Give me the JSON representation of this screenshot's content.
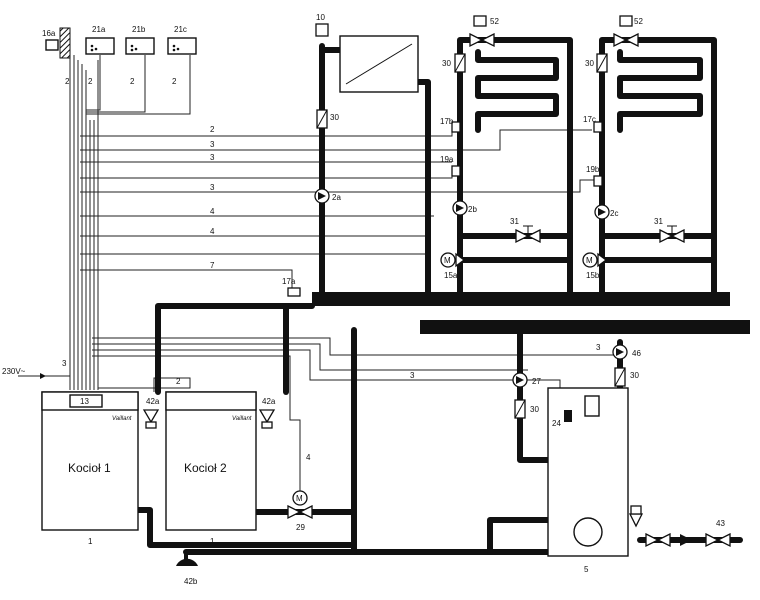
{
  "labels": {
    "sensor_outdoor": "16a",
    "remote_a": "21a",
    "remote_b": "21b",
    "remote_c": "21c",
    "voltage": "230V~",
    "controller": "13",
    "boiler1": "Kocioł 1",
    "boiler2": "Kocioł 2",
    "boiler_no": "1",
    "safety_valve": "42a",
    "expansion_vessel": "42b",
    "motor_valve_boiler": "29",
    "mixer_a": "15a",
    "mixer_b": "15b",
    "air_vent": "10",
    "thermostat_valve": "52",
    "check_valve": "30",
    "pump_a": "2a",
    "pump_b": "2b",
    "pump_c": "2c",
    "bypass_valve": "31",
    "flow_sensor_b": "17b",
    "flow_sensor_c": "17c",
    "room_sensor_a": "19a",
    "room_sensor_b": "19b",
    "header_sensor": "17a",
    "dhw_pump": "27",
    "circ_pump": "46",
    "tank_sensor": "24",
    "tank_no": "5",
    "water_inlet": "43",
    "brand": "Vaillant"
  },
  "wire_counts": [
    "2",
    "2",
    "2",
    "2",
    "2",
    "3",
    "3",
    "3",
    "4",
    "4",
    "7",
    "3",
    "3",
    "2",
    "4",
    "3"
  ]
}
